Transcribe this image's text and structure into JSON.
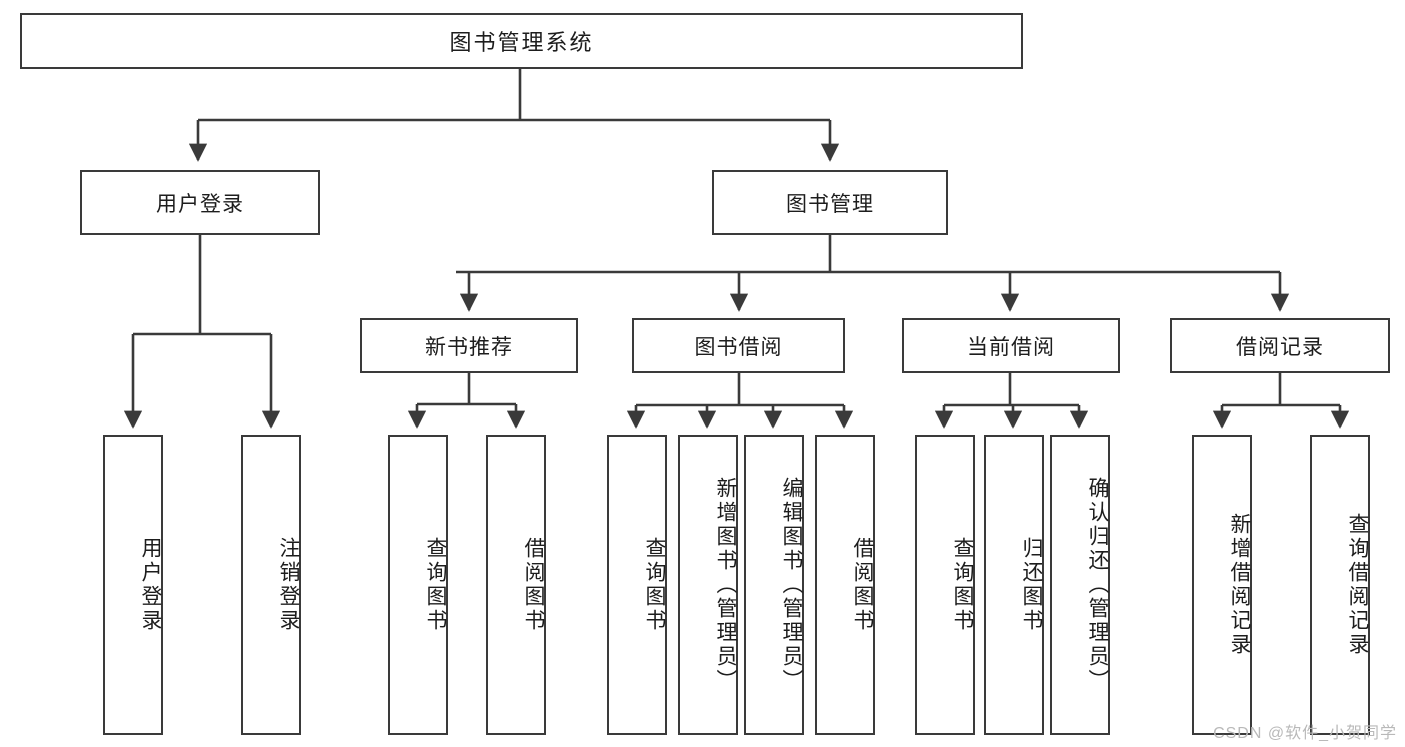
{
  "diagram": {
    "title": "图书管理系统",
    "type": "tree",
    "root": {
      "label": "图书管理系统"
    },
    "level2": [
      {
        "label": "用户登录"
      },
      {
        "label": "图书管理"
      }
    ],
    "level3": [
      {
        "label": "新书推荐"
      },
      {
        "label": "图书借阅"
      },
      {
        "label": "当前借阅"
      },
      {
        "label": "借阅记录"
      }
    ],
    "leaves": {
      "user_login": [
        {
          "label": "用户登录"
        },
        {
          "label": "注销登录"
        }
      ],
      "new_book_recommend": [
        {
          "label": "查询图书"
        },
        {
          "label": "借阅图书"
        }
      ],
      "book_borrow": [
        {
          "label": "查询图书"
        },
        {
          "label": "新增图书（管理员）"
        },
        {
          "label": "编辑图书（管理员）"
        },
        {
          "label": "借阅图书"
        }
      ],
      "current_borrow": [
        {
          "label": "查询图书"
        },
        {
          "label": "归还图书"
        },
        {
          "label": "确认归还（管理员）"
        }
      ],
      "borrow_record": [
        {
          "label": "新增借阅记录"
        },
        {
          "label": "查询借阅记录"
        }
      ]
    },
    "watermark": "CSDN @软件_小贺同学",
    "colors": {
      "stroke": "#3a3a3a",
      "background": "#ffffff",
      "text": "#1d1d1d",
      "watermark": "#b9b9b9"
    }
  }
}
